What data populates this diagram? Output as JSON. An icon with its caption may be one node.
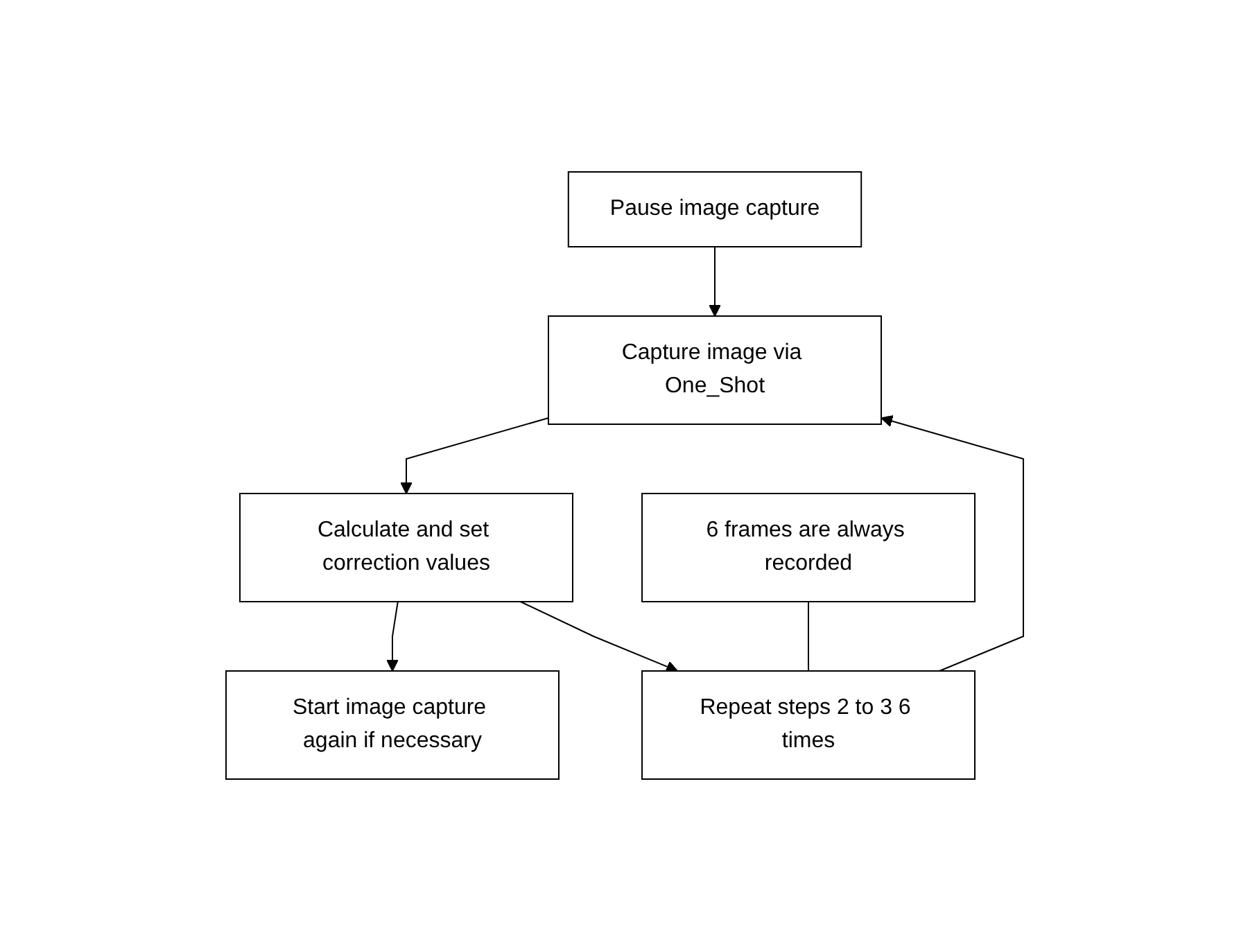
{
  "diagram": {
    "nodes": [
      {
        "text": [
          "Pause image capture"
        ]
      },
      {
        "text": [
          "Capture image via One_Shot"
        ]
      },
      {
        "text": [
          "Calculate and set correction values"
        ]
      },
      {
        "text": [
          "Start image capture again if necessary"
        ]
      },
      {
        "text": [
          "Repeat steps 2 to 3 6 times"
        ]
      },
      {
        "text": [
          "6 frames are always recorded"
        ]
      }
    ],
    "edges": [
      {
        "from": 0,
        "to": 1,
        "arrow": "to"
      },
      {
        "from": 1,
        "to": 2,
        "arrow": "to"
      },
      {
        "from": 2,
        "to": 3,
        "arrow": "to"
      },
      {
        "from": 2,
        "to": 4,
        "arrow": "to"
      },
      {
        "from": 4,
        "to": 1,
        "arrow": "to"
      },
      {
        "from": 5,
        "to": 4,
        "arrow": "none"
      }
    ]
  }
}
